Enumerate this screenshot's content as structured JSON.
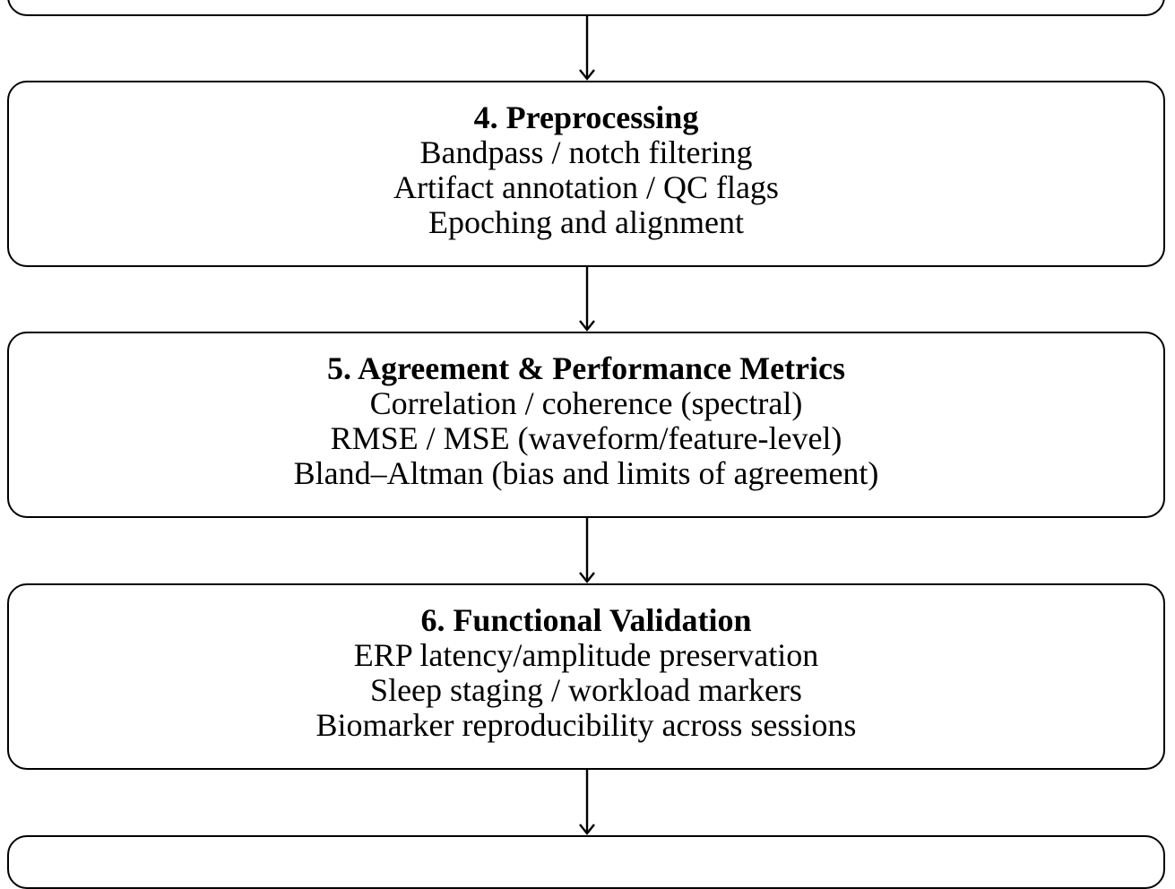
{
  "steps": [
    {
      "title": "4. Preprocessing",
      "lines": [
        "Bandpass / notch filtering",
        "Artifact annotation / QC flags",
        "Epoching and alignment"
      ]
    },
    {
      "title": "5. Agreement & Performance Metrics",
      "lines": [
        "Correlation / coherence (spectral)",
        "RMSE / MSE (waveform/feature-level)",
        "Bland–Altman (bias and limits of agreement)"
      ]
    },
    {
      "title": "6. Functional Validation",
      "lines": [
        "ERP latency/amplitude preservation",
        "Sleep staging / workload markers",
        "Biomarker reproducibility across sessions"
      ]
    }
  ]
}
